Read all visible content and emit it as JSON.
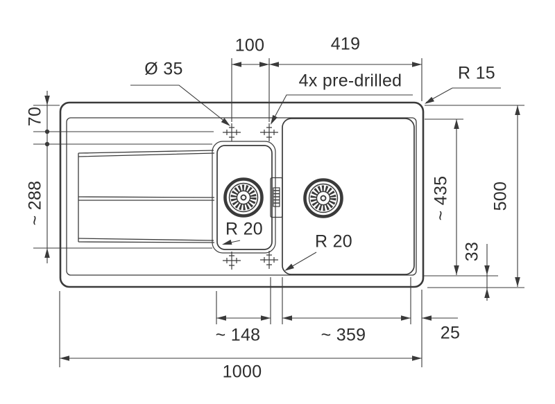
{
  "drawing": {
    "type": "technical-drawing",
    "subject": "inset kitchen sink with drainer, plan view with dimensions",
    "ink_color": "#3a3a3a",
    "background_color": "#ffffff",
    "labels": {
      "top_width_small": "100",
      "top_width_large": "419",
      "hole_diameter": "Ø 35",
      "predrilled_note": "4x pre-drilled",
      "corner_radius": "R 15",
      "left_offset": "70",
      "left_height": "~ 288",
      "bowl_radius_small": "R 20",
      "bowl_radius_main": "R 20",
      "bowl_height": "~ 435",
      "total_height": "500",
      "bottom_gap": "33",
      "small_bowl_width": "~ 148",
      "main_bowl_width": "~ 359",
      "right_margin": "25",
      "total_width": "1000"
    }
  }
}
